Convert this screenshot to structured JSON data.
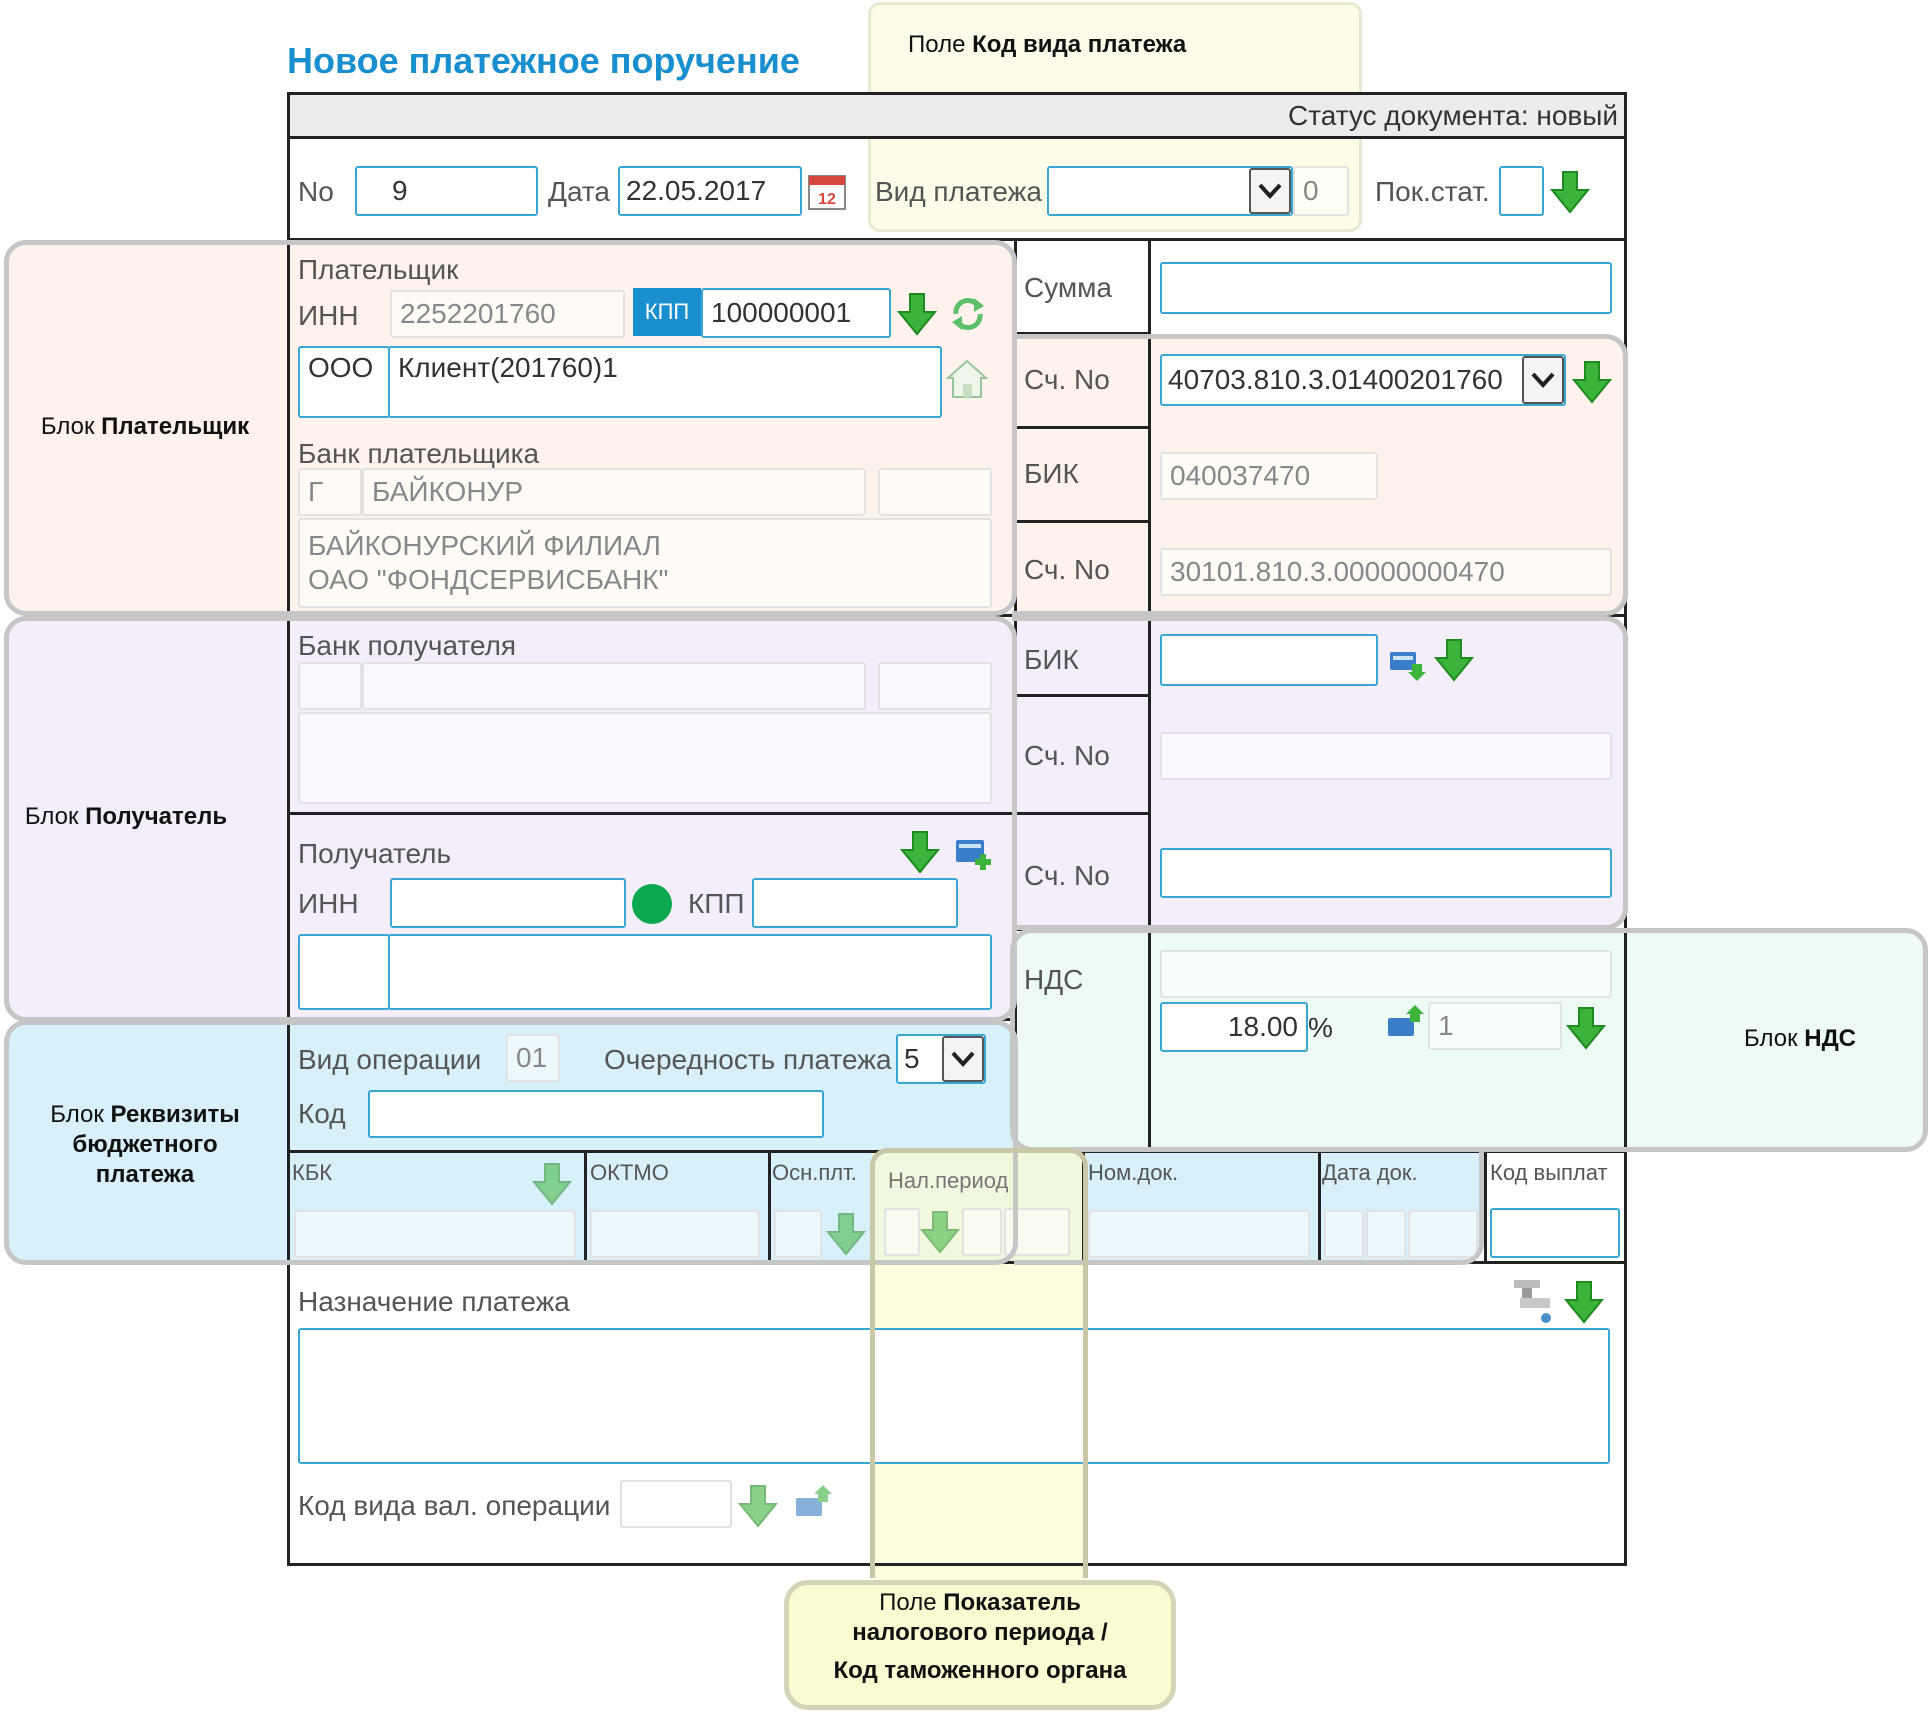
{
  "form": {
    "title": "Новое платежное поручение",
    "status_label": "Статус документа:",
    "status_value": "новый",
    "no_label": "No",
    "no_value": "9",
    "date_label": "Дата",
    "date_value": "22.05.2017",
    "payment_type_label": "Вид платежа",
    "payment_type_value": "",
    "payment_code_value": "0",
    "pok_stat_label": "Пок.стат.",
    "pok_stat_value": ""
  },
  "payer": {
    "section_label": "Плательщик",
    "inn_label": "ИНН",
    "inn_value": "2252201760",
    "kpp_badge": "КПП",
    "kpp_value": "100000001",
    "org_form": "ООО",
    "name": "Клиент(201760)1",
    "bank_label": "Банк плательщика",
    "bank_city_prefix": "Г",
    "bank_city": "БАЙКОНУР",
    "bank_name_line1": "БАЙКОНУРСКИЙ ФИЛИАЛ",
    "bank_name_line2": "ОАО \"ФОНДСЕРВИСБАНК\""
  },
  "right": {
    "sum_label": "Сумма",
    "sum_value": "",
    "account_label": "Сч. No",
    "account_value": "40703.810.3.01400201760",
    "bik_label": "БИК",
    "bik_value": "040037470",
    "corr_label": "Сч. No",
    "corr_value": "30101.810.3.00000000470",
    "rec_bik_label": "БИК",
    "rec_bik_value": "",
    "rec_corr_label": "Сч. No",
    "rec_corr_value": "",
    "rec_account_label": "Сч. No",
    "rec_account_value": ""
  },
  "recipient": {
    "bank_label": "Банк получателя",
    "section_label": "Получатель",
    "inn_label": "ИНН",
    "inn_value": "",
    "kpp_label": "КПП",
    "kpp_value": "",
    "status_color": "#0aa84f"
  },
  "vat": {
    "label": "НДС",
    "rate_value": "18.00",
    "percent": "%",
    "count_value": "1"
  },
  "budget": {
    "op_type_label": "Вид операции",
    "op_type_value": "01",
    "priority_label": "Очередность платежа",
    "priority_value": "5",
    "code_label": "Код",
    "code_value": "",
    "cols": [
      "КБК",
      "ОКТМО",
      "Осн.плт.",
      "Нал.период",
      "Ном.док.",
      "Дата док.",
      "Код выплат"
    ]
  },
  "purpose": {
    "label": "Назначение платежа",
    "value": "",
    "currency_op_label": "Код вида вал. операции",
    "currency_op_value": ""
  },
  "annotations": {
    "payment_kind_code_pre": "Поле ",
    "payment_kind_code_bold": "Код вида платежа",
    "payer_block_pre": "Блок ",
    "payer_block_bold": "Плательщик",
    "recipient_block_pre": "Блок ",
    "recipient_block_bold": "Получатель",
    "budget_block_pre": "Блок ",
    "budget_block_bold1": "Реквизиты",
    "budget_block_bold2": "бюджетного",
    "budget_block_bold3": "платежа",
    "vat_block_pre": "Блок ",
    "vat_block_bold": "НДС",
    "tax_period_pre": "Поле ",
    "tax_period_bold1": "Показатель",
    "tax_period_bold2": "налогового периода /",
    "tax_period_bold3": "Код таможенного органа"
  },
  "colors": {
    "title": "#1a8fd0",
    "field_border": "#3aa6d4",
    "payer_bg": "#fdf3ec",
    "recipient_bg": "#f4eefb",
    "budget_bg": "#d8f0fa",
    "vat_bg": "#ecfbf4",
    "note_bg": "#fcfce6",
    "tax_note_bg": "#fbfbd2",
    "arrow_green": "#3cb43c"
  }
}
